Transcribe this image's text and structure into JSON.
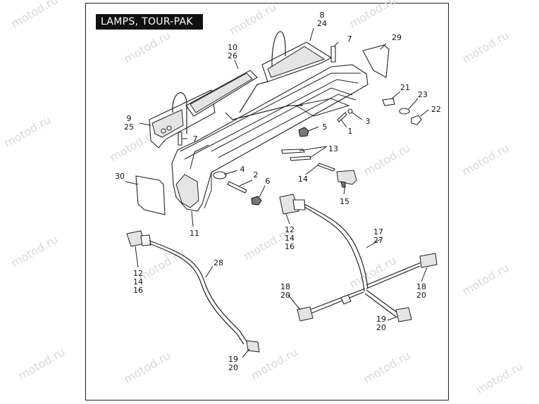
{
  "title": "LAMPS, TOUR-PAK",
  "watermark": "motod.ru",
  "callouts": {
    "c1": "1",
    "c2": "2",
    "c3": "3",
    "c4": "4",
    "c5": "5",
    "c6": "6",
    "c7a": "7",
    "c7b": "7",
    "c8": "8",
    "c24": "24",
    "c9": "9",
    "c25": "25",
    "c10": "10",
    "c26": "26",
    "c11": "11",
    "c13": "13",
    "c14a": "14",
    "c15": "15",
    "c12a": "12",
    "c14b": "14",
    "c16a": "16",
    "c12b": "12",
    "c14c": "14",
    "c16b": "16",
    "c17": "17",
    "c27": "27",
    "c18a": "18",
    "c20a": "20",
    "c18b": "18",
    "c20b": "20",
    "c19a": "19",
    "c20c": "20",
    "c19b": "19",
    "c20d": "20",
    "c21": "21",
    "c22": "22",
    "c23": "23",
    "c28": "28",
    "c29": "29",
    "c30": "30"
  }
}
